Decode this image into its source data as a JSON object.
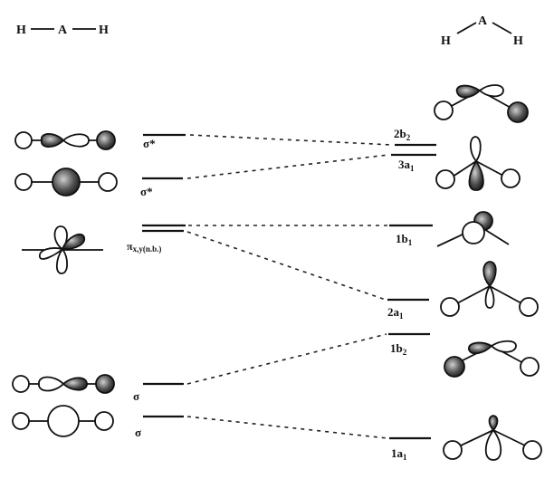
{
  "diagram": {
    "type": "walsh-correlation-diagram",
    "left_molecule": {
      "label_parts": [
        "H",
        "A",
        "H"
      ],
      "geometry": "linear"
    },
    "right_molecule": {
      "label_parts": [
        "H",
        "A",
        "H"
      ],
      "geometry": "bent"
    },
    "linear_levels": [
      {
        "id": "sigma_star_upper",
        "label": "σ*",
        "orbital_picture": "sigma-antibonding-p"
      },
      {
        "id": "sigma_star_lower",
        "label": "σ*",
        "orbital_picture": "sigma-antibonding-s"
      },
      {
        "id": "pi_nb",
        "label": "π",
        "label_sub": "x,y(n.b.)",
        "orbital_picture": "pi-nonbonding",
        "degenerate": true
      },
      {
        "id": "sigma_upper",
        "label": "σ",
        "orbital_picture": "sigma-bonding-p"
      },
      {
        "id": "sigma_lower",
        "label": "σ",
        "orbital_picture": "sigma-bonding-s"
      }
    ],
    "bent_levels": [
      {
        "id": "2b2",
        "label": "2b",
        "label_sub": "2",
        "orbital_picture": "2b2"
      },
      {
        "id": "3a1",
        "label": "3a",
        "label_sub": "1",
        "orbital_picture": "3a1"
      },
      {
        "id": "1b1",
        "label": "1b",
        "label_sub": "1",
        "orbital_picture": "1b1"
      },
      {
        "id": "2a1",
        "label": "2a",
        "label_sub": "1",
        "orbital_picture": "2a1"
      },
      {
        "id": "1b2",
        "label": "1b",
        "label_sub": "2",
        "orbital_picture": "1b2"
      },
      {
        "id": "1a1",
        "label": "1a",
        "label_sub": "1",
        "orbital_picture": "1a1"
      }
    ],
    "correlations": [
      {
        "from": "sigma_star_upper",
        "to": "2b2"
      },
      {
        "from": "sigma_star_lower",
        "to": "3a1"
      },
      {
        "from": "pi_nb",
        "to": "1b1"
      },
      {
        "from": "pi_nb",
        "to": "2a1"
      },
      {
        "from": "sigma_upper",
        "to": "1b2"
      },
      {
        "from": "sigma_lower",
        "to": "1a1"
      }
    ]
  }
}
